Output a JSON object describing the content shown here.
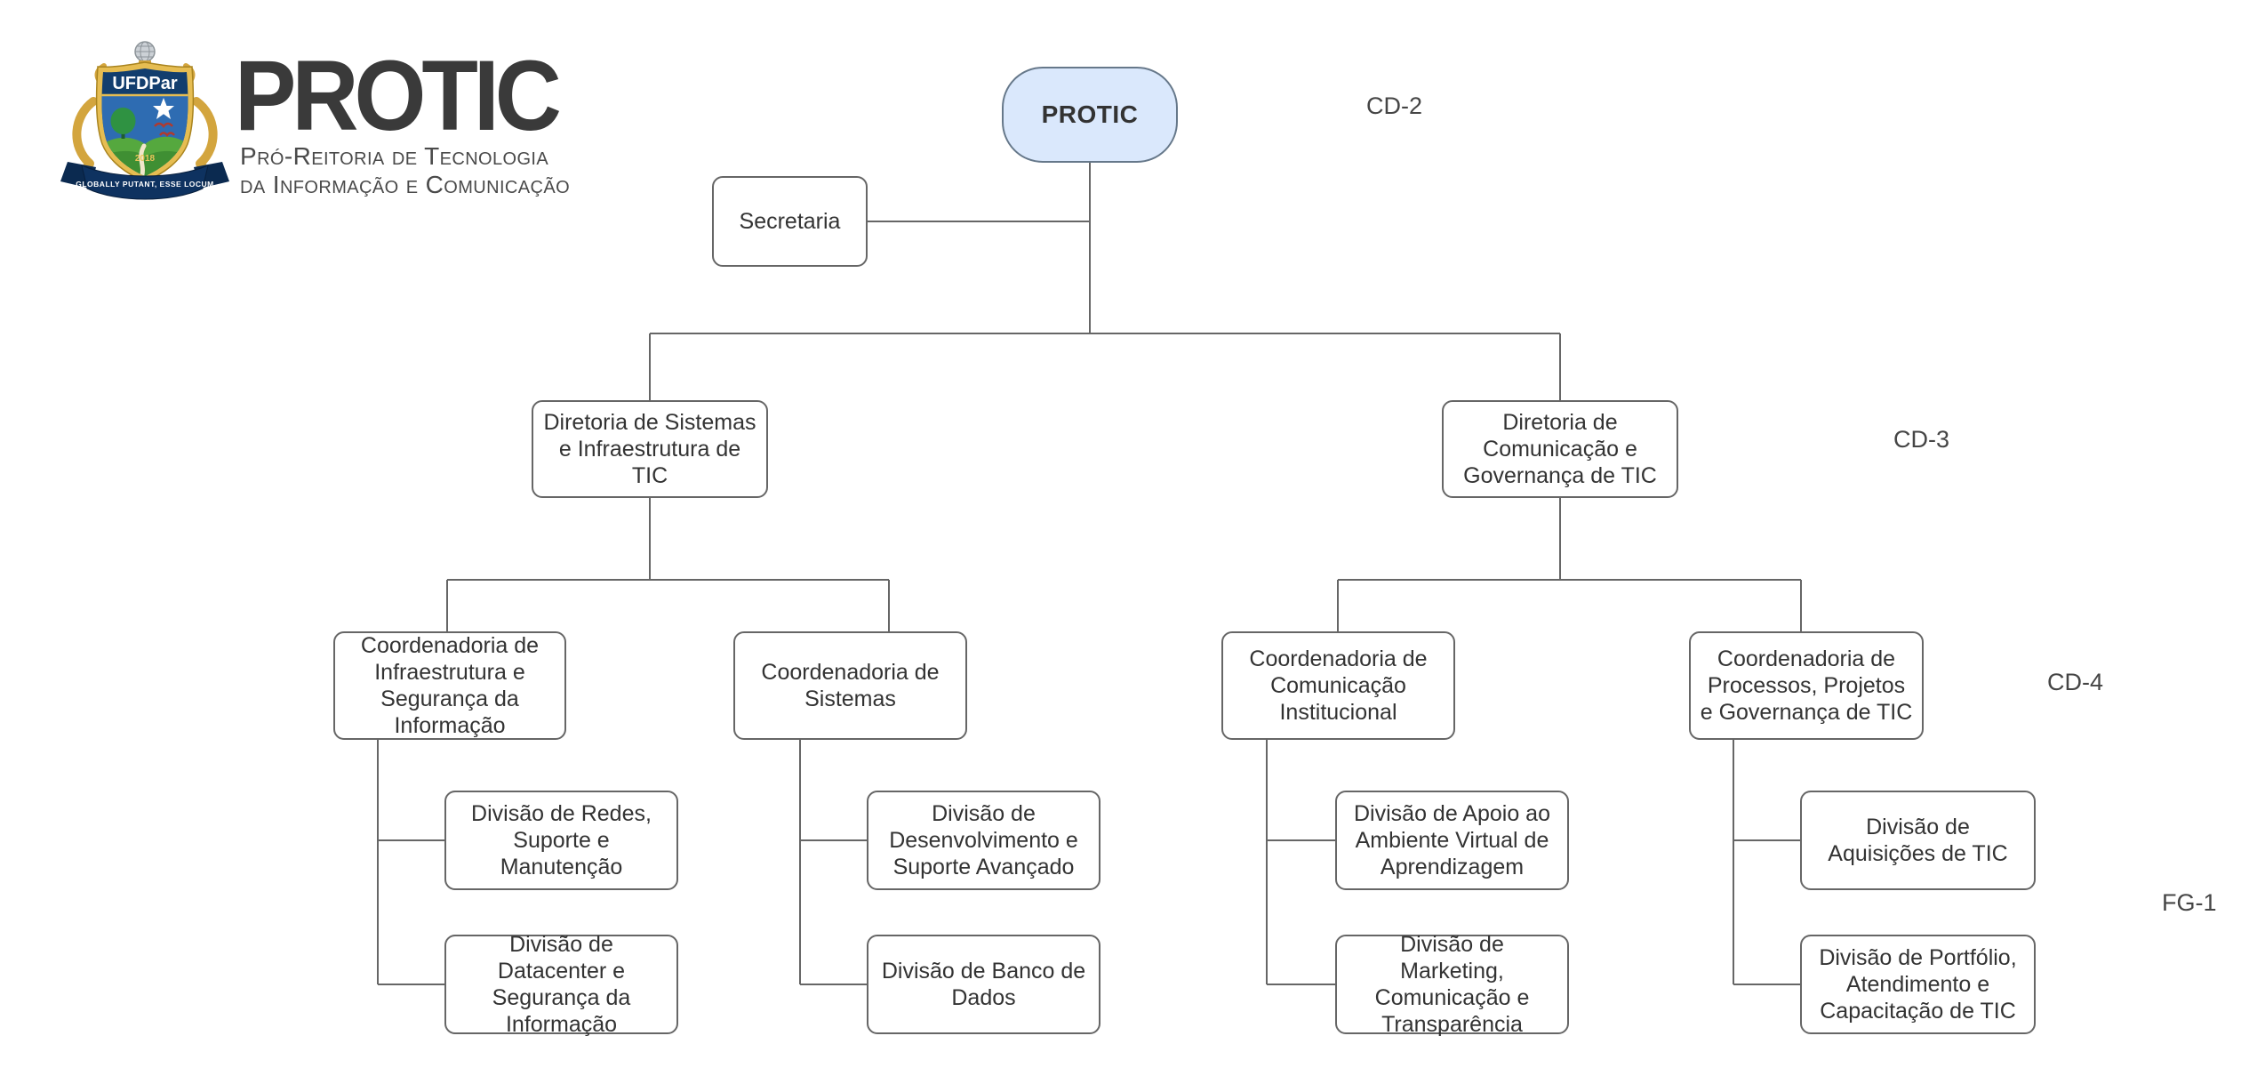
{
  "logo": {
    "acronym": "PROTIC",
    "subtitle_line1": "Pró-Reitoria de Tecnologia",
    "subtitle_line2": "da Informação e Comunicação",
    "shield_text": "UFDPar",
    "shield_year": "2018",
    "ribbon_text": "GLOBALLY PUTANT, ESSE LOCUM"
  },
  "org": {
    "nodes": {
      "root": "PROTIC",
      "secretaria": "Secretaria",
      "dir_sistemas": "Diretoria de Sistemas e Infraestrutura de TIC",
      "dir_comunicacao": "Diretoria de Comunicação e Governança de TIC",
      "coord_infra": "Coordenadoria de Infraestrutura e Segurança da Informação",
      "coord_sistemas": "Coordenadoria de Sistemas",
      "coord_comunicacao": "Coordenadoria de Comunicação Institucional",
      "coord_processos": "Coordenadoria de Processos, Projetos e Governança de TIC",
      "div_redes": "Divisão de Redes, Suporte e Manutenção",
      "div_datacenter": "Divisão de Datacenter e Segurança da Informação",
      "div_desenvolvimento": "Divisão de Desenvolvimento e Suporte Avançado",
      "div_banco": "Divisão de Banco de Dados",
      "div_apoio_ava": "Divisão de Apoio ao Ambiente Virtual de Aprendizagem",
      "div_marketing": "Divisão de Marketing, Comunicação e Transparência",
      "div_aquisicoes": "Divisão de Aquisições de TIC",
      "div_portfolio": "Divisão de Portfólio, Atendimento e Capacitação de TIC"
    },
    "grade_labels": {
      "cd2": "CD-2",
      "cd3": "CD-3",
      "cd4": "CD-4",
      "fg1": "FG-1"
    },
    "hierarchy": {
      "PROTIC": [
        "Secretaria",
        "Diretoria de Sistemas e Infraestrutura de TIC",
        "Diretoria de Comunicação e Governança de TIC"
      ],
      "Diretoria de Sistemas e Infraestrutura de TIC": [
        "Coordenadoria de Infraestrutura e Segurança da Informação",
        "Coordenadoria de Sistemas"
      ],
      "Diretoria de Comunicação e Governança de TIC": [
        "Coordenadoria de Comunicação Institucional",
        "Coordenadoria de Processos, Projetos e Governança de TIC"
      ],
      "Coordenadoria de Infraestrutura e Segurança da Informação": [
        "Divisão de Redes, Suporte e Manutenção",
        "Divisão de Datacenter e Segurança da Informação"
      ],
      "Coordenadoria de Sistemas": [
        "Divisão de Desenvolvimento e Suporte Avançado",
        "Divisão de Banco de Dados"
      ],
      "Coordenadoria de Comunicação Institucional": [
        "Divisão de Apoio ao Ambiente Virtual de Aprendizagem",
        "Divisão de Marketing, Comunicação e Transparência"
      ],
      "Coordenadoria de Processos, Projetos e Governança de TIC": [
        "Divisão de Aquisições de TIC",
        "Divisão de Portfólio, Atendimento e Capacitação de TIC"
      ]
    }
  },
  "colors": {
    "root_fill": "#dae8fc",
    "root_stroke": "#66788a",
    "box_stroke": "#666666",
    "connector": "#666666",
    "text": "#333333",
    "shield_navy": "#123e6e",
    "shield_gold": "#e6bd52",
    "ribbon_navy": "#0e3260"
  }
}
